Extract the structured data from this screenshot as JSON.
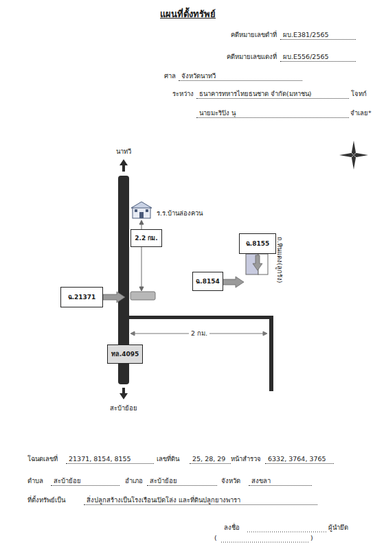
{
  "diagram": {
    "title": "แผนที่ตั้งทรัพย์",
    "nodes": [
      {
        "text": [
          "2.2 กม."
        ]
      },
      {
        "text": [
          "ฉ.8155"
        ]
      },
      {
        "text": [
          "ฉ.8154"
        ]
      },
      {
        "text": [
          "ฉ.21371"
        ]
      },
      {
        "text": [
          "ทล.4095"
        ]
      }
    ],
    "labels": [
      "คดีหมายเลขดำที่",
      "ผบ.E381/2565",
      "คดีหมายเลขแดงที่",
      "ผบ.E556/2565",
      "ศาล",
      "จังหวัดนาทวี",
      "ระหว่าง",
      "ธนาคารทหารไทยธนชาต จำกัด(มหาชน)",
      "โจทก์",
      "นายมะริปิง นุ",
      "จำเลย*",
      "นาทวี",
      "ร.ร.บ้านล่องควน",
      "ถ.หินแดง(ลูกรัง)",
      "2 กม.",
      "สะบ้าย้อย",
      "โฉนดเลขที่",
      "21371, 8154, 8155",
      "เลขที่ดิน",
      "25, 28, 29",
      "หน้าสำรวจ",
      "6332, 3764, 3765",
      "ตำบล",
      "สะบ้าย้อย",
      "อำเภอ",
      "สะบ้าย้อย",
      "จังหวัด",
      "สงขลา",
      "ที่ตั้งทรัพย์เป็น",
      "สิ่งปลูกสร้างเป็นโรงเรือนเปิดโล่ง และที่ดินปลูกยางพารา",
      "ลงชื่อ",
      "ผู้นำยึด",
      "(",
      ")"
    ]
  }
}
